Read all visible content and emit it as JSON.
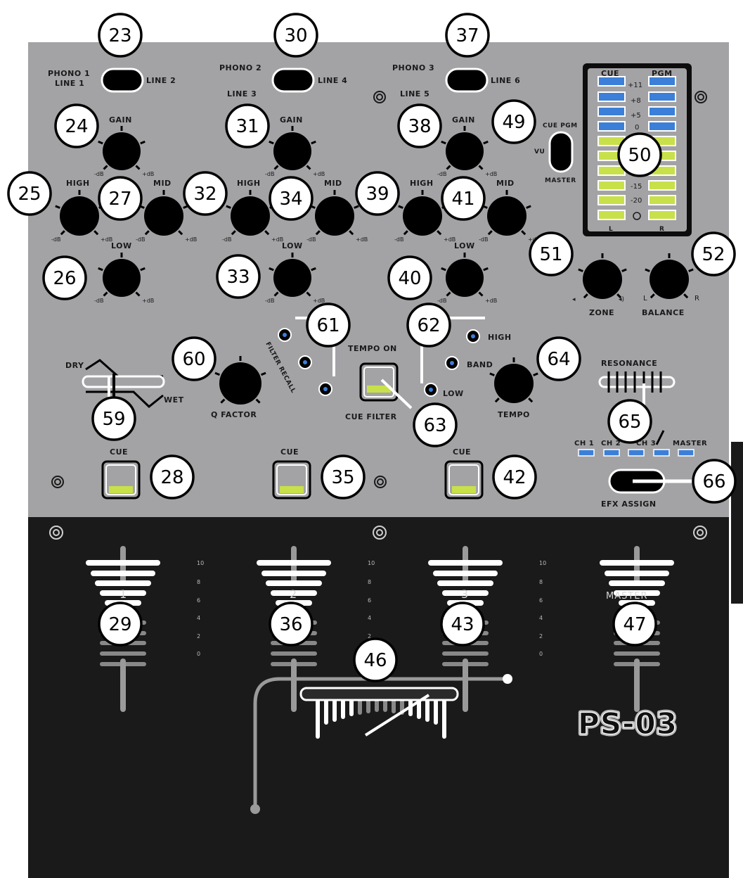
{
  "colors": {
    "panel_top": "#a3a3a6",
    "panel_bottom": "#1a1a1a",
    "led_green": "#c8e04a",
    "led_blue": "#3b7fd9",
    "knob": "#000000"
  },
  "selectors": [
    {
      "callout": "23",
      "left_label": "PHONO 1",
      "left_label2": "LINE 1",
      "right_label": "LINE 2"
    },
    {
      "callout": "30",
      "left_label": "PHONO 2",
      "right_label": "LINE 4"
    },
    {
      "callout": "37",
      "left_label": "PHONO 3",
      "right_label": "LINE 6"
    }
  ],
  "line_labels": [
    "LINE 3",
    "LINE 5"
  ],
  "channels": [
    {
      "gain": {
        "label": "GAIN",
        "callout": "24"
      },
      "high": {
        "label": "HIGH",
        "callout": "25"
      },
      "mid": {
        "label": "MID",
        "callout": "27"
      },
      "low": {
        "label": "LOW",
        "callout": "26"
      },
      "cue": {
        "label": "CUE",
        "callout": "28"
      },
      "fader": {
        "callout": "29",
        "label": "1"
      }
    },
    {
      "gain": {
        "label": "GAIN",
        "callout": "31"
      },
      "high": {
        "label": "HIGH",
        "callout": "32"
      },
      "mid": {
        "label": "MID",
        "callout": "34"
      },
      "low": {
        "label": "LOW",
        "callout": "33"
      },
      "cue": {
        "label": "CUE",
        "callout": "35"
      },
      "fader": {
        "callout": "36",
        "label": "2"
      }
    },
    {
      "gain": {
        "label": "GAIN",
        "callout": "38"
      },
      "high": {
        "label": "HIGH",
        "callout": "39"
      },
      "mid": {
        "label": "MID",
        "callout": "41"
      },
      "low": {
        "label": "LOW",
        "callout": "40"
      },
      "cue": {
        "label": "CUE",
        "callout": "42"
      },
      "fader": {
        "callout": "43",
        "label": "3"
      }
    }
  ],
  "knob_min_label": "-dB",
  "knob_max_label": "+dB",
  "cue_pgm": {
    "callout": "49",
    "top_label": "CUE PGM",
    "side_label": "VU",
    "bottom_label": "MASTER"
  },
  "meter": {
    "callout": "50",
    "left_header": "CUE",
    "right_header": "PGM",
    "values": [
      "+11",
      "+8",
      "+5",
      "0",
      "-15",
      "-20"
    ],
    "left_label": "L",
    "right_label": "R"
  },
  "zone": {
    "callout": "51",
    "label": "ZONE"
  },
  "balance": {
    "callout": "52",
    "label": "BALANCE",
    "left": "L",
    "right": "R"
  },
  "filter_recall": {
    "callout": "61",
    "label": "FILTER RECALL"
  },
  "filter_band": {
    "callout": "62",
    "high": "HIGH",
    "band": "BAND",
    "low": "LOW"
  },
  "cue_filter": {
    "callout": "63",
    "top_label": "TEMPO ON",
    "bottom_label": "CUE FILTER"
  },
  "tempo": {
    "callout": "64",
    "label": "TEMPO"
  },
  "q_factor": {
    "callout": "60",
    "label": "Q FACTOR"
  },
  "dry_wet": {
    "callout": "59",
    "dry": "DRY",
    "wet": "WET"
  },
  "resonance": {
    "callout": "65",
    "label": "RESONANCE"
  },
  "efx_assign": {
    "callout": "66",
    "label": "EFX ASSIGN",
    "targets": [
      "CH 1",
      "CH 2",
      "CH 3",
      "MASTER"
    ]
  },
  "master_fader": {
    "callout": "47",
    "label": "MASTER"
  },
  "crossfader": {
    "callout": "46"
  },
  "fader_scale": [
    "10",
    "8",
    "6",
    "4",
    "2",
    "0"
  ],
  "logo": "PS-03"
}
